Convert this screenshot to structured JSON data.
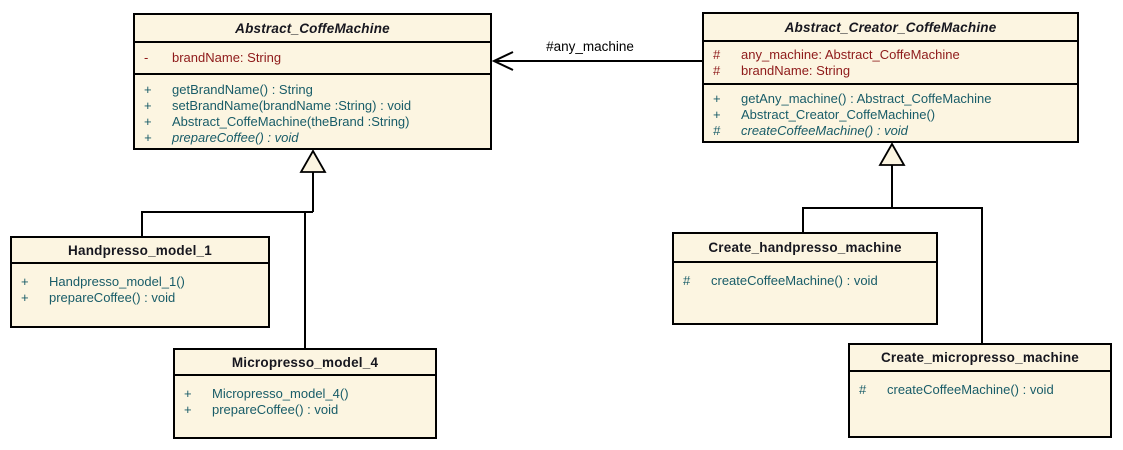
{
  "colors": {
    "background": "#ffffff",
    "box_fill": "#FCF5E1",
    "box_border": "#000000",
    "title_text": "#17171F",
    "attribute_text": "#8E1A1A",
    "method_text": "#185C68",
    "edge_label_text": "#000000"
  },
  "classes": {
    "coffe_machine": {
      "name": "Abstract_CoffeMachine",
      "attributes": [
        {
          "v": "-",
          "text": "brandName: String"
        }
      ],
      "methods": [
        {
          "v": "+",
          "text": "getBrandName() : String"
        },
        {
          "v": "+",
          "text": "setBrandName(brandName :String) : void"
        },
        {
          "v": "+",
          "text": "Abstract_CoffeMachine(theBrand :String)"
        },
        {
          "v": "+",
          "text": "prepareCoffee() : void"
        }
      ]
    },
    "creator": {
      "name": "Abstract_Creator_CoffeMachine",
      "attributes": [
        {
          "v": "#",
          "text": "any_machine: Abstract_CoffeMachine"
        },
        {
          "v": "#",
          "text": "brandName: String"
        }
      ],
      "methods": [
        {
          "v": "+",
          "text": "getAny_machine() : Abstract_CoffeMachine"
        },
        {
          "v": "+",
          "text": "Abstract_Creator_CoffeMachine()"
        },
        {
          "v": "#",
          "text": "createCoffeeMachine() : void"
        }
      ]
    },
    "handpresso": {
      "name": "Handpresso_model_1",
      "methods": [
        {
          "v": "+",
          "text": "Handpresso_model_1()"
        },
        {
          "v": "+",
          "text": "prepareCoffee() : void"
        }
      ]
    },
    "micropresso": {
      "name": "Micropresso_model_4",
      "methods": [
        {
          "v": "+",
          "text": "Micropresso_model_4()"
        },
        {
          "v": "+",
          "text": "prepareCoffee() : void"
        }
      ]
    },
    "create_handpresso": {
      "name": "Create_handpresso_machine",
      "methods": [
        {
          "v": "#",
          "text": "createCoffeeMachine() : void"
        }
      ]
    },
    "create_micropresso": {
      "name": "Create_micropresso_machine",
      "methods": [
        {
          "v": "#",
          "text": "createCoffeeMachine() : void"
        }
      ]
    }
  },
  "edges": {
    "association": {
      "label": "#any_machine"
    }
  }
}
